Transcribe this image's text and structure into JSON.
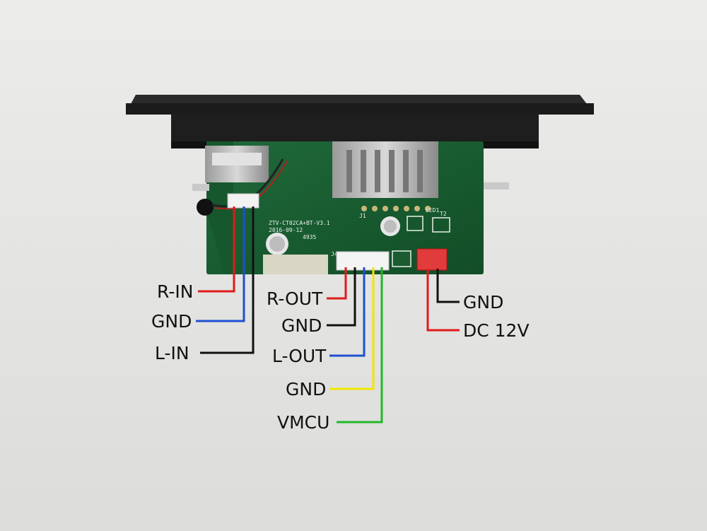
{
  "board": {
    "silkscreen": {
      "model": "ZTV-CT02CA+BT-V3.1",
      "date": "2016-09-12",
      "code": "4935",
      "led": "LED1",
      "t2": "T2",
      "j1": "J1",
      "j4": "J4"
    },
    "input_pins": [
      "R-IN",
      "GND",
      "L-IN"
    ],
    "output_pins": [
      "R-OUT",
      "GND",
      "L-OUT",
      "GND",
      "VMCU"
    ],
    "power_pins": [
      "GND",
      "DC 12V"
    ]
  },
  "wire_colors": {
    "red": "#e01b1b",
    "blue": "#1f4fd1",
    "black": "#111111",
    "yellow": "#f2e600",
    "green": "#23b52b"
  }
}
